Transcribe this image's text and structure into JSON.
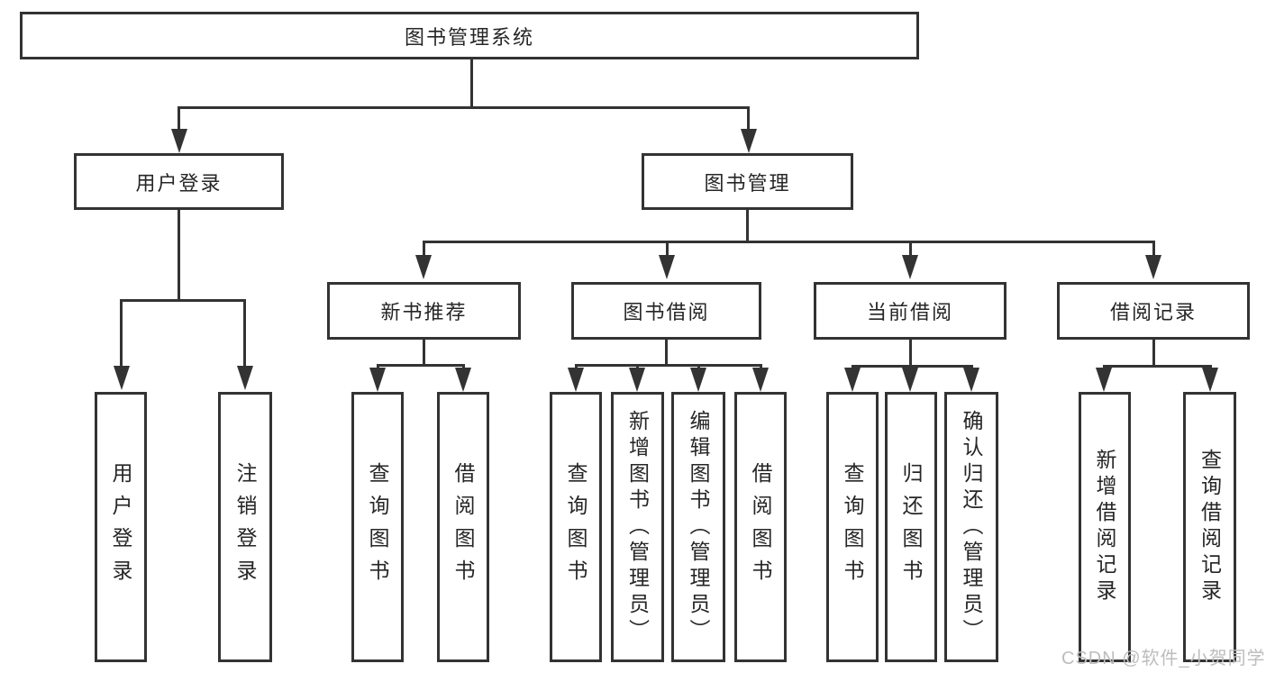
{
  "diagram": {
    "root": {
      "label": "图书管理系统"
    },
    "level2": [
      {
        "label": "用户登录"
      },
      {
        "label": "图书管理"
      }
    ],
    "level3": [
      {
        "label": "新书推荐"
      },
      {
        "label": "图书借阅"
      },
      {
        "label": "当前借阅"
      },
      {
        "label": "借阅记录"
      }
    ],
    "leaves": [
      {
        "label": "用户登录"
      },
      {
        "label": "注销登录"
      },
      {
        "label": "查询图书"
      },
      {
        "label": "借阅图书"
      },
      {
        "label": "查询图书"
      },
      {
        "label": "新增图书（管理员）"
      },
      {
        "label": "编辑图书（管理员）"
      },
      {
        "label": "借阅图书"
      },
      {
        "label": "查询图书"
      },
      {
        "label": "归还图书"
      },
      {
        "label": "确认归还（管理员）"
      },
      {
        "label": "新增借阅记录"
      },
      {
        "label": "查询借阅记录"
      }
    ],
    "watermark": "CSDN @软件_小贺同学",
    "colors": {
      "line": "#333333",
      "text": "#262626",
      "background": "#ffffff",
      "watermark": "#bdbdbd"
    }
  }
}
